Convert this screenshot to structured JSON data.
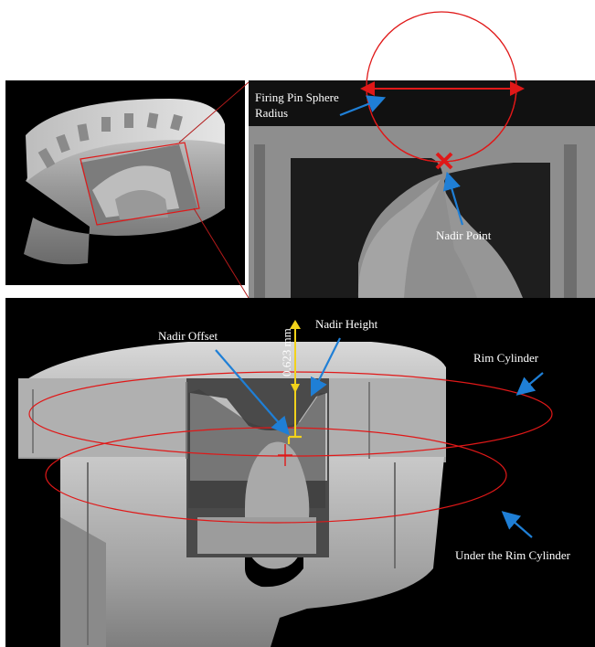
{
  "labels": {
    "firing_pin_sphere_line1": "Firing Pin Sphere",
    "firing_pin_sphere_line2": "Radius",
    "nadir_point": "Nadir Point",
    "nadir_offset": "Nadir Offset",
    "nadir_height": "Nadir Height",
    "rim_cylinder": "Rim Cylinder",
    "under_rim_cylinder": "Under the Rim Cylinder",
    "measurement": "0.623 mm"
  },
  "colors": {
    "annotation_red": "#e01818",
    "arrow_blue": "#1f7fd6",
    "measure_yellow": "#f2d21b",
    "label_white": "#ffffff",
    "label_black": "#111111"
  }
}
